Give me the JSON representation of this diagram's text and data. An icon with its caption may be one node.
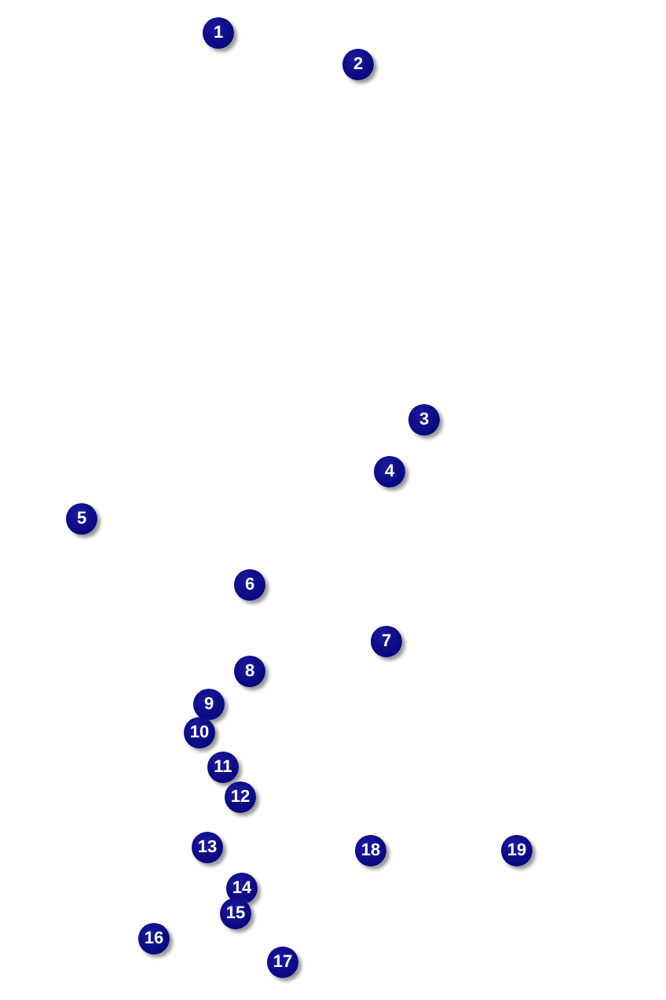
{
  "diagram": {
    "labels": [
      "1",
      "2",
      "3",
      "4",
      "5",
      "6",
      "7",
      "8",
      "9",
      "10",
      "11",
      "12",
      "13",
      "14",
      "15",
      "16",
      "17",
      "18",
      "19"
    ]
  }
}
